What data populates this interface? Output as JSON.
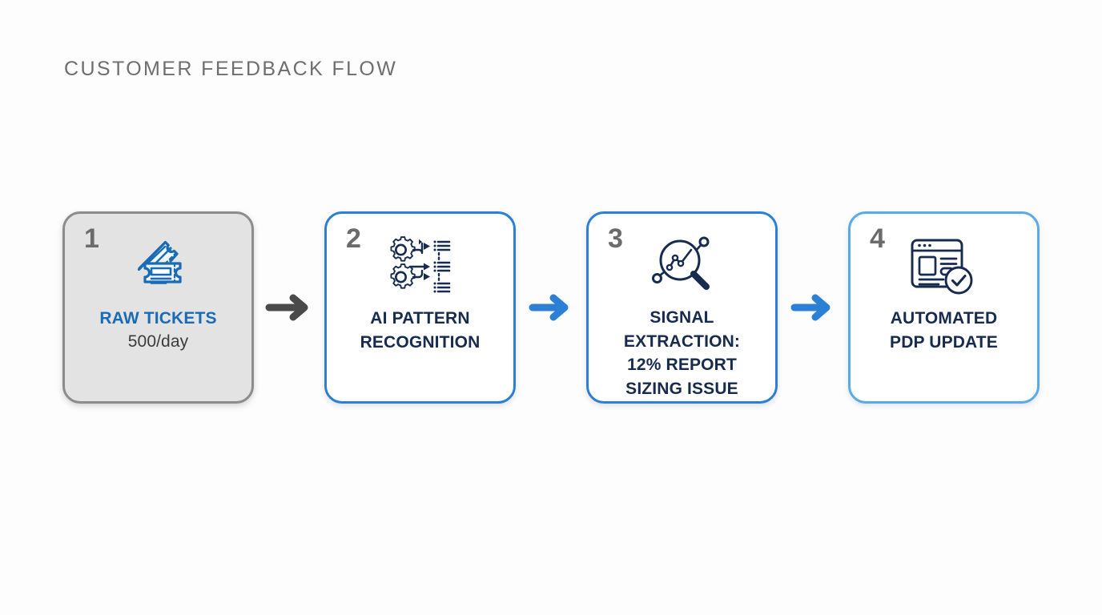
{
  "title": "CUSTOMER FEEDBACK FLOW",
  "colors": {
    "background": "#fdfdfd",
    "title_gray": "#6e6e70",
    "card_gray_fill": "#e3e3e3",
    "card_gray_border": "#8c8c8c",
    "card_blue_border": "#2b7fd4",
    "card_light_blue_border": "#5aa9e8",
    "number_gray": "#6b6b6b",
    "label_navy": "#162b4d",
    "label_blue": "#1a6bb5",
    "sub_gray": "#3b3b3b",
    "arrow_gray": "#4a4a4a",
    "arrow_blue": "#2b7fd4",
    "icon_navy": "#162b4d",
    "icon_blue": "#1a6bb5"
  },
  "steps": [
    {
      "number": "1",
      "icon": "tickets-icon",
      "label": "RAW TICKETS",
      "sub": "500/day",
      "style": "gray",
      "label_color": "blue"
    },
    {
      "number": "2",
      "icon": "gears-workflow-icon",
      "label": "AI PATTERN\nRECOGNITION",
      "sub": "",
      "style": "blue",
      "label_color": "navy"
    },
    {
      "number": "3",
      "icon": "magnifier-analytics-icon",
      "label": "SIGNAL\nEXTRACTION:\n12% REPORT\nSIZING ISSUE",
      "sub": "",
      "style": "blue",
      "label_color": "navy"
    },
    {
      "number": "4",
      "icon": "browser-check-icon",
      "label": "AUTOMATED\nPDP UPDATE",
      "sub": "",
      "style": "light-blue",
      "label_color": "navy"
    }
  ],
  "arrows": [
    {
      "name": "arrow-1-to-2",
      "color": "#4a4a4a"
    },
    {
      "name": "arrow-2-to-3",
      "color": "#2b7fd4"
    },
    {
      "name": "arrow-3-to-4",
      "color": "#2b7fd4"
    }
  ]
}
